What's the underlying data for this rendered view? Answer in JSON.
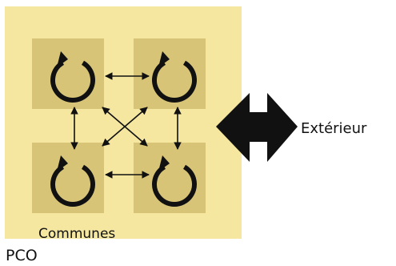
{
  "labels": {
    "communes": "Communes",
    "pco": "PCO",
    "exterieur": "Extérieur"
  },
  "colors": {
    "outer_box": "#f6e7a0",
    "commune_box": "#d7c477",
    "stroke": "#111111"
  },
  "icons": {
    "commune_cycle": "circular-arrow-icon",
    "link": "double-arrow-icon",
    "exchange": "thick-double-arrow-icon"
  }
}
